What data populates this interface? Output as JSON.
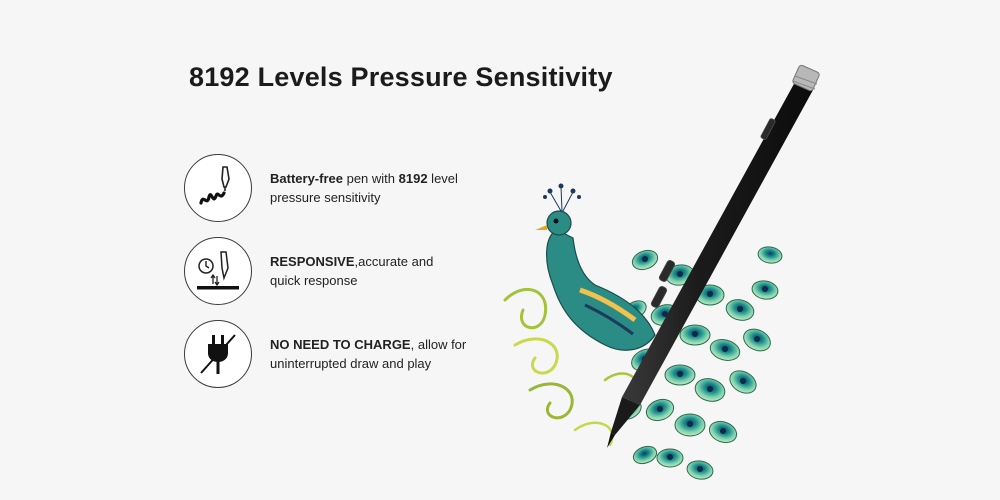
{
  "banner": {
    "title": "8192 Levels Pressure Sensitivity"
  },
  "features": [
    {
      "icon": "pen-pressure-icon",
      "bold": "Battery-free",
      "text_mid": " pen with ",
      "bold2": "8192",
      "text_end": " level",
      "line2": "pressure sensitivity"
    },
    {
      "icon": "responsive-pen-icon",
      "bold": "RESPONSIVE",
      "text_end": ",accurate and",
      "line2": "quick response"
    },
    {
      "icon": "no-charge-plug-icon",
      "bold": "NO NEED TO CHARGE",
      "text_end": ", allow for",
      "line2": "uninterrupted draw and play"
    }
  ],
  "colors": {
    "background": "#f6f6f6",
    "pen": "#1e1e1e",
    "peacock_teal": "#2aa198",
    "peacock_green": "#8bc34a",
    "peacock_yellow": "#d4e157"
  }
}
